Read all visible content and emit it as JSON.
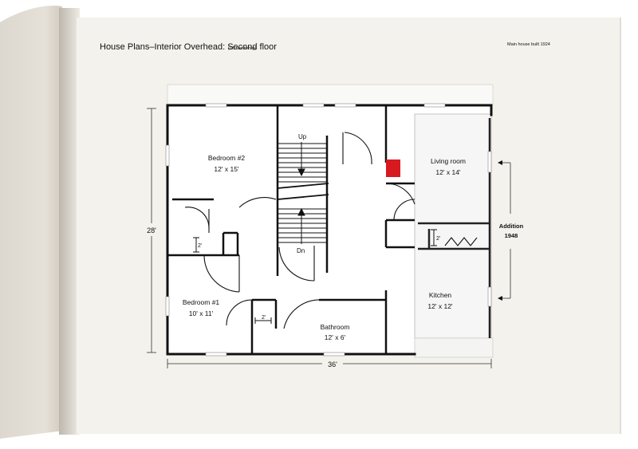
{
  "header": {
    "title": "House Plans–Interior Overhead: Second floor",
    "title_note": "(US numbering)",
    "built_note": "Main house built 1924"
  },
  "rooms": {
    "bedroom2": {
      "name": "Bedroom #2",
      "size": "12' x 15'"
    },
    "bedroom1": {
      "name": "Bedroom #1",
      "size": "10' x 11'"
    },
    "bathroom": {
      "name": "Bathroom",
      "size": "12' x 6'"
    },
    "living": {
      "name": "Living room",
      "size": "12' x 14'"
    },
    "kitchen": {
      "name": "Kitchen",
      "size": "12' x 12'"
    }
  },
  "stairs": {
    "up_label": "Up",
    "down_label": "Dn"
  },
  "closets": {
    "closet_a": "2'",
    "closet_b": "2'",
    "closet_c": "2'"
  },
  "dimensions": {
    "height": "28'",
    "width": "36'"
  },
  "addition": {
    "label": "Addition",
    "year": "1948"
  },
  "colors": {
    "paper": "#f4f2ec",
    "wall": "#111111",
    "marker": "#d71920",
    "overlay": "#f6f6f6"
  }
}
